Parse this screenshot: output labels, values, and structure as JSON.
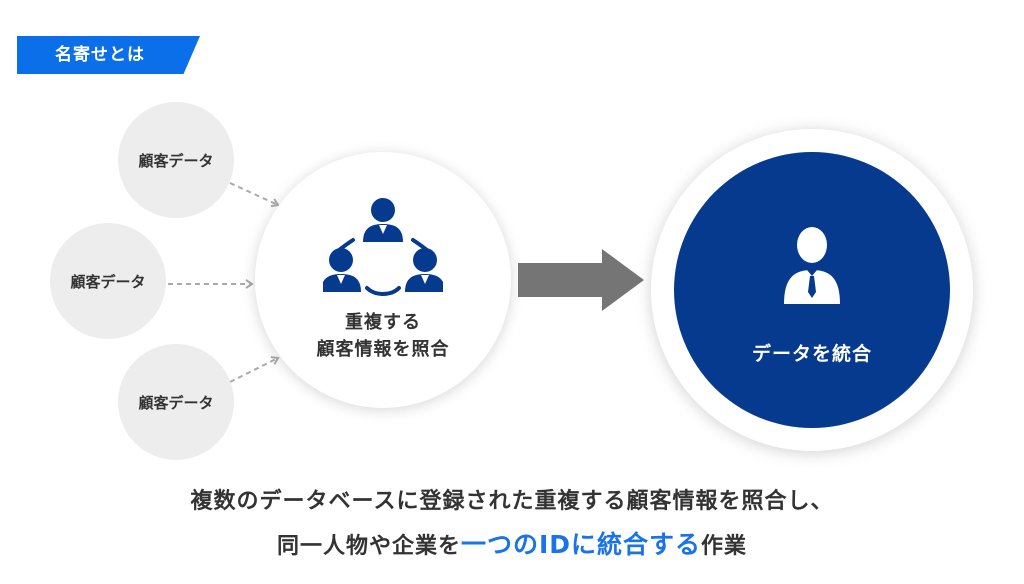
{
  "tag": {
    "label": "名寄せとは"
  },
  "sources": [
    {
      "label": "顧客データ"
    },
    {
      "label": "顧客データ"
    },
    {
      "label": "顧客データ"
    }
  ],
  "middle": {
    "line1": "重複する",
    "line2": "顧客情報を照合",
    "icon": "meeting-people-icon"
  },
  "result": {
    "label": "データを統合",
    "icon": "person-icon"
  },
  "caption": {
    "line1": "複数のデータベースに登録された重複する顧客情報を照合し、",
    "line2_prefix": "同一人物や企業を",
    "line2_highlight": "一つのIDに統合する",
    "line2_suffix": "作業"
  },
  "colors": {
    "tag": "#0a6fe8",
    "navy": "#063a8e",
    "highlight": "#1a73e8",
    "source_bg": "#ededed",
    "arrow": "#757575"
  }
}
